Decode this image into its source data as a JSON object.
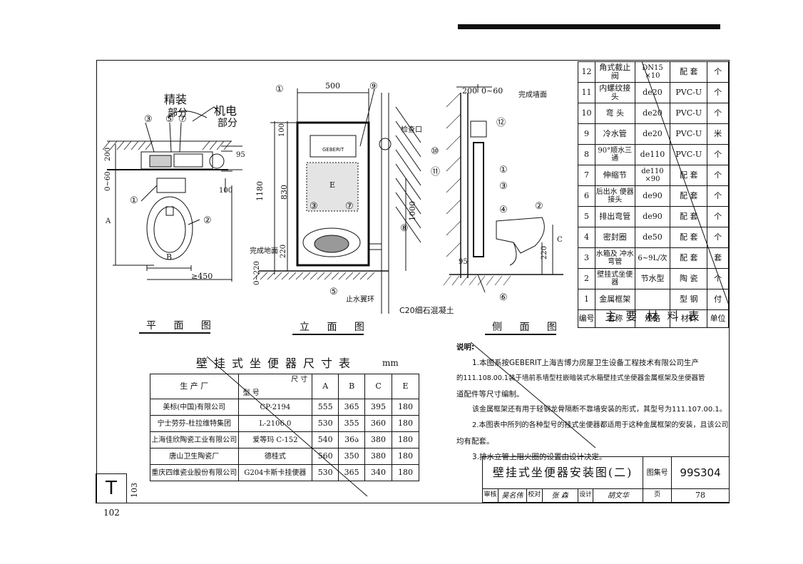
{
  "plan": {
    "title": "平 面 图",
    "annotations": {
      "ann1": "精装",
      "ann2": "部分",
      "ann3": "机电",
      "ann4": "部分"
    },
    "dims": {
      "d200": "200",
      "d060": "0~60",
      "d95": "95",
      "d100": "100",
      "dA": "A",
      "dB": "B",
      "d450": "≥450"
    },
    "callouts": {
      "c3": "③",
      "c5": "⑤",
      "c7": "⑦",
      "c1": "①",
      "c2": "②"
    }
  },
  "elevation": {
    "title": "立 面 图",
    "dims": {
      "d500": "500",
      "d100": "100",
      "d1180": "1180",
      "d830": "830",
      "d220": "220",
      "d0220": "0~220",
      "d1000": "1000"
    },
    "labels": {
      "finished_floor": "完成地面",
      "inspection": "检查口",
      "stop_valve": "止水翼环",
      "concrete": "C20细石混凝土",
      "brand": "GEBERIT",
      "letterE": "E"
    },
    "callouts": {
      "c1": "①",
      "c9": "⑨",
      "c3": "③",
      "c7": "⑦",
      "c8": "⑧",
      "c5": "⑤"
    }
  },
  "side": {
    "title": "侧 面 图",
    "dims": {
      "d200": "200",
      "d060": "0~60",
      "d95": "95",
      "d220": "220",
      "dC": "C"
    },
    "labels": {
      "finished_wall": "完成墙面"
    },
    "callouts": {
      "c12": "⑫",
      "c10": "⑩",
      "c11": "⑪",
      "c1": "①",
      "c3": "③",
      "c4": "④",
      "c2": "②",
      "c6": "⑥"
    }
  },
  "materials": {
    "title": "主 要 材 料 表",
    "headers": [
      "编号",
      "名称",
      "规格",
      "材料",
      "单位"
    ],
    "rows": [
      [
        "12",
        "角式截止阀",
        "DN15 ×10",
        "配 套",
        "个"
      ],
      [
        "11",
        "内螺纹接头",
        "de20",
        "PVC-U",
        "个"
      ],
      [
        "10",
        "弯 头",
        "de20",
        "PVC-U",
        "个"
      ],
      [
        "9",
        "冷水管",
        "de20",
        "PVC-U",
        "米"
      ],
      [
        "8",
        "90°顺水三通",
        "de110",
        "PVC-U",
        "个"
      ],
      [
        "7",
        "伸缩节",
        "de110 ×90",
        "配 套",
        "个"
      ],
      [
        "6",
        "后出水 便器接头",
        "de90",
        "配 套",
        "个"
      ],
      [
        "5",
        "排出弯管",
        "de90",
        "配 套",
        "个"
      ],
      [
        "4",
        "密封圈",
        "de50",
        "配 套",
        "个"
      ],
      [
        "3",
        "水箱及 冲水弯管",
        "6~9L/次",
        "配 套",
        "套"
      ],
      [
        "2",
        "壁挂式坐便器",
        "节水型",
        "陶 瓷",
        "个"
      ],
      [
        "1",
        "金属框架",
        "",
        "型 钢",
        "付"
      ]
    ]
  },
  "dimtable": {
    "title": "壁挂式坐便器尺寸表",
    "unit": "mm",
    "h_maker": "生 产 厂",
    "h_size": "尺 寸",
    "h_model": "型 号",
    "h_cols": [
      "A",
      "B",
      "C",
      "E"
    ],
    "rows": [
      [
        "美标(中国)有限公司",
        "CP-2194",
        "555",
        "365",
        "395",
        "180"
      ],
      [
        "宁士劳芬-杜拉维特集团",
        "L-2106.0",
        "530",
        "355",
        "360",
        "180"
      ],
      [
        "上海佳欣陶瓷工业有限公司",
        "爱等玛 C-152",
        "540",
        "36ა",
        "380",
        "180"
      ],
      [
        "唐山卫生陶瓷厂",
        "德桂式",
        "560",
        "350",
        "380",
        "180"
      ],
      [
        "重庆四维瓷业股份有限公司",
        "G204卡斯卡挂便器",
        "530",
        "365",
        "340",
        "180"
      ]
    ]
  },
  "notes": {
    "label": "说明:",
    "lines": [
      "1.本图系按GEBERIT上海吉博力房屋卫生设备工程技术有限公司生产",
      "的111.108.00.1装于墙前系墙型柱嵌暗装式水箱壁挂式坐便器金属框架及坐便器管",
      "道配件等尺寸编制。",
      "该金属框架还有用于轻钢龙骨隔断不靠墙安装的形式，其型号为111.107.00.1。",
      "2.本图表中所列的各种型号的挂式坐便器都适用于这种金属框架的安装，且该公司",
      "均有配套。",
      "3.排水立管上阻火圈的设置由设计决定。"
    ]
  },
  "titleblock": {
    "title": "壁挂式坐便器安装图(二)",
    "atlas_label": "图集号",
    "atlas_no": "99S304",
    "review": "审核",
    "reviewer": "吴名伟",
    "check": "校对",
    "checker": "张 森",
    "design": "设计",
    "designer": "胡文华",
    "page_label": "页",
    "page_no": "78"
  },
  "margin": {
    "tab": "T",
    "num103": "103",
    "num102": "102"
  }
}
